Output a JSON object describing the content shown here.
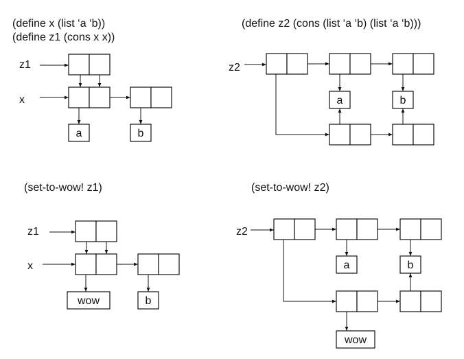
{
  "code": {
    "line1": "(define x (list ‘a ‘b))",
    "line2": "(define z1 (cons x x))",
    "line3": "(define z2 (cons (list ‘a ‘b) (list ‘a ‘b)))",
    "line4": "(set-to-wow! z1)",
    "line5": "(set-to-wow! z2)"
  },
  "labels": {
    "z1": "z1",
    "x": "x",
    "z2": "z2"
  },
  "values": {
    "a": "a",
    "b": "b",
    "wow": "wow"
  }
}
